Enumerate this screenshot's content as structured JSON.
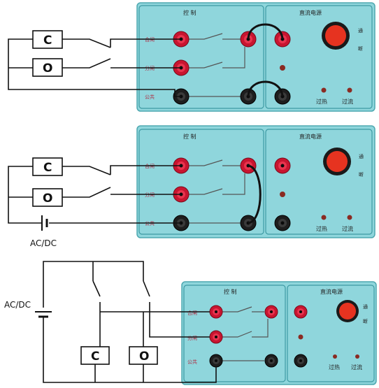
{
  "figure": {
    "box_c": "C",
    "box_o": "O",
    "source_label": "AC/DC",
    "panel": {
      "control_header": "控 制",
      "power_header": "直流电源",
      "terminal_close": "合闸",
      "terminal_open": "分闸",
      "terminal_common": "公共",
      "switch_on": "通",
      "switch_off": "断",
      "indicator_overheat": "过热",
      "indicator_overcurrent": "过流"
    }
  }
}
